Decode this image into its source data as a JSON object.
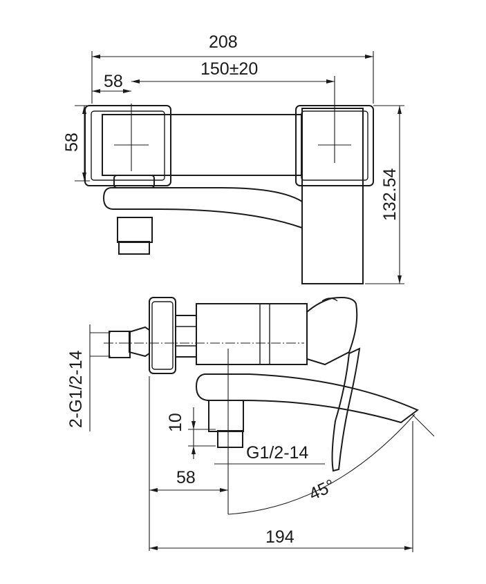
{
  "dimensions": {
    "overall_width_top": "208",
    "center_distance": "150±20",
    "left_body_width": "58",
    "left_body_height": "58",
    "overall_height": "132.54",
    "inlet_thread": "2-G1/2-14",
    "outlet_gap": "10",
    "outlet_thread": "G1/2-14",
    "outlet_offset": "58",
    "overall_depth": "194",
    "handle_angle": "45°"
  },
  "colors": {
    "line": "#1a1a1a",
    "background": "#ffffff"
  }
}
